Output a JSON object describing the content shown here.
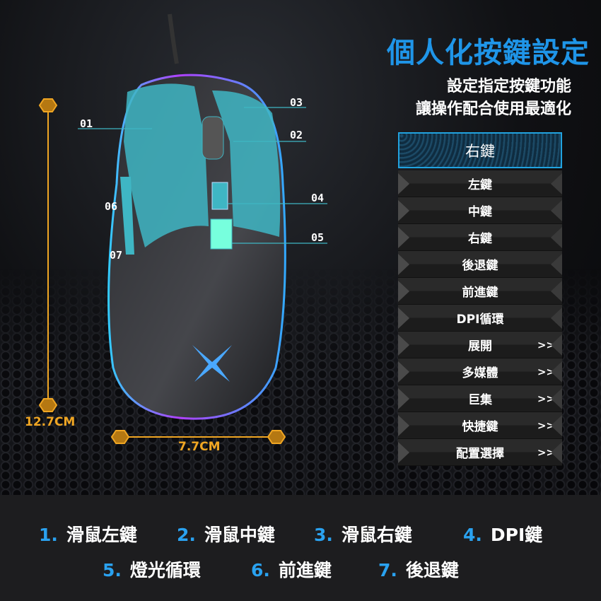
{
  "title": "個人化按鍵設定",
  "subtitle": [
    "設定指定按鍵功能",
    "讓操作配合使用最適化"
  ],
  "menu": {
    "selected": "右鍵",
    "items": [
      {
        "label": "左鍵",
        "arrow": ""
      },
      {
        "label": "中鍵",
        "arrow": ""
      },
      {
        "label": "右鍵",
        "arrow": ""
      },
      {
        "label": "後退鍵",
        "arrow": ""
      },
      {
        "label": "前進鍵",
        "arrow": ""
      },
      {
        "label": "DPI循環",
        "arrow": ""
      },
      {
        "label": "展開",
        "arrow": ">>"
      },
      {
        "label": "多媒體",
        "arrow": ">>"
      },
      {
        "label": "巨集",
        "arrow": ">>"
      },
      {
        "label": "快捷鍵",
        "arrow": ">>"
      },
      {
        "label": "配置選擇",
        "arrow": ">>"
      }
    ]
  },
  "callouts": [
    "01",
    "02",
    "03",
    "04",
    "05",
    "06",
    "07"
  ],
  "dimensions": {
    "length": "12.7CM",
    "width": "7.7CM"
  },
  "legend": [
    {
      "n": "1.",
      "t": "滑鼠左鍵"
    },
    {
      "n": "2.",
      "t": "滑鼠中鍵"
    },
    {
      "n": "3.",
      "t": "滑鼠右鍵"
    },
    {
      "n": "4.",
      "t": "DPI鍵"
    },
    {
      "n": "5.",
      "t": "燈光循環"
    },
    {
      "n": "6.",
      "t": "前進鍵"
    },
    {
      "n": "7.",
      "t": "後退鍵"
    }
  ],
  "colors": {
    "accent": "#1f95e8",
    "dimension": "#f0a623",
    "highlight": "#3fb6c4"
  }
}
